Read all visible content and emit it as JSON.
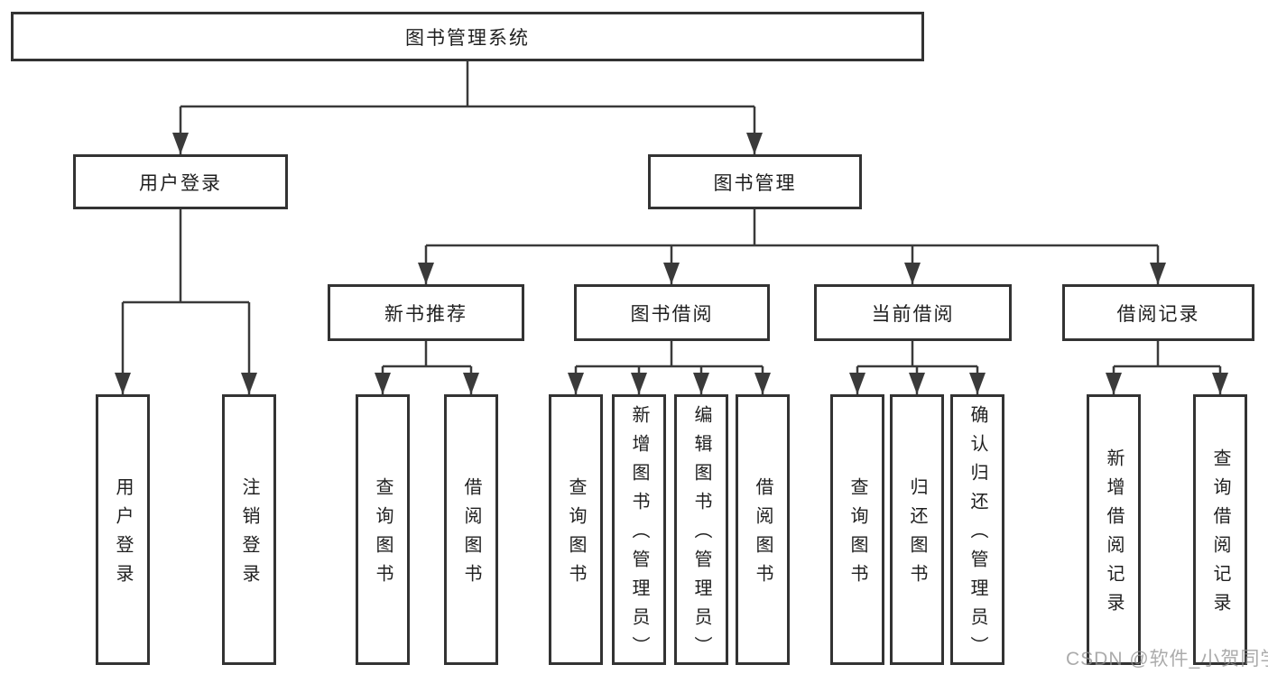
{
  "nodes": {
    "root": "图书管理系统",
    "user-login": "用户登录",
    "book-management": "图书管理",
    "new-book-recommend": "新书推荐",
    "book-borrow": "图书借阅",
    "current-borrow": "当前借阅",
    "borrow-record": "借阅记录",
    "leaf-user-login": "用户登录",
    "leaf-logout-login": "注销登录",
    "leaf-nb-query-book": "查询图书",
    "leaf-nb-borrow-book": "借阅图书",
    "leaf-bb-query-book": "查询图书",
    "leaf-bb-add-book": "新增图书（管理员）",
    "leaf-bb-edit-book": "编辑图书（管理员）",
    "leaf-bb-borrow-book": "借阅图书",
    "leaf-cb-query-book": "查询图书",
    "leaf-cb-return-book": "归还图书",
    "leaf-cb-confirm-return": "确认归还（管理员）",
    "leaf-br-add-record": "新增借阅记录",
    "leaf-br-query-record": "查询借阅记录"
  },
  "hierarchy": {
    "图书管理系统": [
      "用户登录",
      "图书管理"
    ],
    "用户登录": [
      "用户登录",
      "注销登录"
    ],
    "图书管理": [
      "新书推荐",
      "图书借阅",
      "当前借阅",
      "借阅记录"
    ],
    "新书推荐": [
      "查询图书",
      "借阅图书"
    ],
    "图书借阅": [
      "查询图书",
      "新增图书（管理员）",
      "编辑图书（管理员）",
      "借阅图书"
    ],
    "当前借阅": [
      "查询图书",
      "归还图书",
      "确认归还（管理员）"
    ],
    "借阅记录": [
      "新增借阅记录",
      "查询借阅记录"
    ]
  },
  "watermark": "CSDN @软件_小贺同学",
  "colors": {
    "line": "#3a3a3a",
    "border": "#333333",
    "text": "#1f1f1f",
    "watermark": "#8f8f8f",
    "background": "#ffffff"
  }
}
